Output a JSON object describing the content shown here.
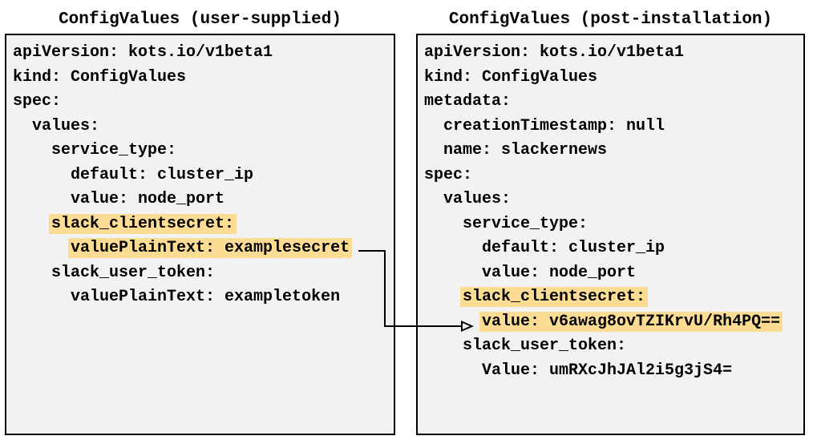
{
  "diagram": {
    "left_panel": {
      "title": "ConfigValues (user-supplied)",
      "lines": [
        {
          "indent": "",
          "text": "apiVersion: kots.io/v1beta1",
          "highlighted": false
        },
        {
          "indent": "",
          "text": "kind: ConfigValues",
          "highlighted": false
        },
        {
          "indent": "",
          "text": "spec:",
          "highlighted": false
        },
        {
          "indent": "  ",
          "text": "values:",
          "highlighted": false
        },
        {
          "indent": "    ",
          "text": "service_type:",
          "highlighted": false
        },
        {
          "indent": "      ",
          "text": "default: cluster_ip",
          "highlighted": false
        },
        {
          "indent": "      ",
          "text": "value: node_port",
          "highlighted": false
        },
        {
          "indent": "    ",
          "text": "slack_clientsecret:",
          "highlighted": true
        },
        {
          "indent": "      ",
          "text": "valuePlainText: examplesecret",
          "highlighted": true
        },
        {
          "indent": "    ",
          "text": "slack_user_token:",
          "highlighted": false
        },
        {
          "indent": "      ",
          "text": "valuePlainText: exampletoken",
          "highlighted": false
        }
      ]
    },
    "right_panel": {
      "title": "ConfigValues (post-installation)",
      "lines": [
        {
          "indent": "",
          "text": "apiVersion: kots.io/v1beta1",
          "highlighted": false
        },
        {
          "indent": "",
          "text": "kind: ConfigValues",
          "highlighted": false
        },
        {
          "indent": "",
          "text": "metadata:",
          "highlighted": false
        },
        {
          "indent": "  ",
          "text": "creationTimestamp: null",
          "highlighted": false
        },
        {
          "indent": "  ",
          "text": "name: slackernews",
          "highlighted": false
        },
        {
          "indent": "",
          "text": "spec:",
          "highlighted": false
        },
        {
          "indent": "  ",
          "text": "values:",
          "highlighted": false
        },
        {
          "indent": "    ",
          "text": "service_type:",
          "highlighted": false
        },
        {
          "indent": "      ",
          "text": "default: cluster_ip",
          "highlighted": false
        },
        {
          "indent": "      ",
          "text": "value: node_port",
          "highlighted": false
        },
        {
          "indent": "    ",
          "text": "slack_clientsecret:",
          "highlighted": true
        },
        {
          "indent": "      ",
          "text": "value: v6awag8ovTZIKrvU/Rh4PQ==",
          "highlighted": true
        },
        {
          "indent": "    ",
          "text": "slack_user_token:",
          "highlighted": false
        },
        {
          "indent": "      ",
          "text": "Value: umRXcJhJAl2i5g3jS4=",
          "highlighted": false
        }
      ]
    },
    "arrow": {
      "from": "valuePlainText: examplesecret",
      "to": "value: v6awag8ovTZIKrvU/Rh4PQ=="
    }
  },
  "colors": {
    "highlight": "#fbdc92",
    "panel-bg": "#f2f2f2",
    "panel-border": "#000000",
    "text": "#000000",
    "arrow": "#000000",
    "page-bg": "#ffffff"
  }
}
